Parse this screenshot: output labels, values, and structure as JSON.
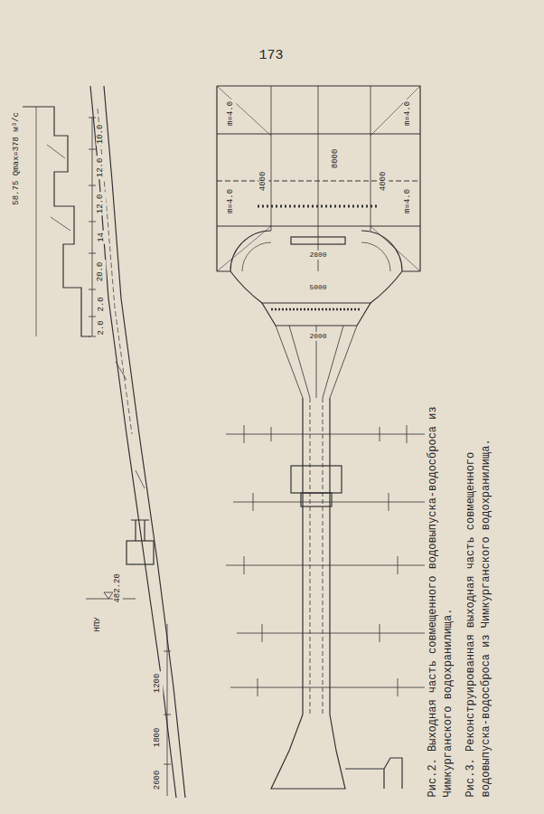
{
  "diagram": {
    "labels": [
      "173",
      "Рис.2. Выходная часть совмещенного водовыпуска-водосброса из Чимкурганского водохранилища.",
      "Рис.3. Реконструированная выходная часть совмещенного водовыпуска-водосброса из Чимкурганского водохранилища.",
      "58.75 Qmax=378 м³/с",
      "10.0",
      "12.0",
      "12.0",
      "14",
      "20.0",
      "2.0",
      "2.0",
      "НПУ",
      "482.20",
      "1200",
      "1800",
      "2600",
      "m=4.0",
      "m=4.0",
      "m=4.0",
      "m=4.0",
      "4000",
      "8000",
      "4000",
      "2800",
      "5000",
      "2000"
    ]
  }
}
